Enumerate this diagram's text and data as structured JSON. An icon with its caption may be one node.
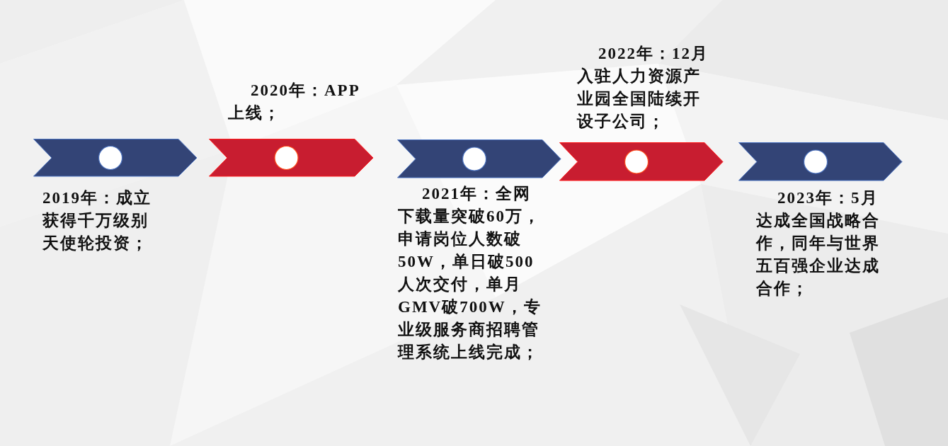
{
  "diagram": {
    "nodes": [
      {
        "text": [],
        "shape": "chevron",
        "beside": [
          "2019年：成立获得千万级别天使轮投资；"
        ]
      },
      {
        "text": [],
        "shape": "chevron",
        "beside": [
          "2020年：APP上线；"
        ]
      },
      {
        "text": [],
        "shape": "chevron",
        "beside": [
          "2021年：全网下载量突破60万，申请岗位人数破50W，单日破500人次交付，单月GMV破700W，专业级服务商招聘管理系统上线完成；"
        ]
      },
      {
        "text": [],
        "shape": "chevron",
        "beside": [
          "2022年：12月入驻人力资源产业园全国陆续开设子公司；"
        ]
      },
      {
        "text": [],
        "shape": "chevron",
        "beside": [
          "2023年：5月达成全国战略合作，同年与世界五百强企业达成合作；"
        ]
      }
    ]
  }
}
